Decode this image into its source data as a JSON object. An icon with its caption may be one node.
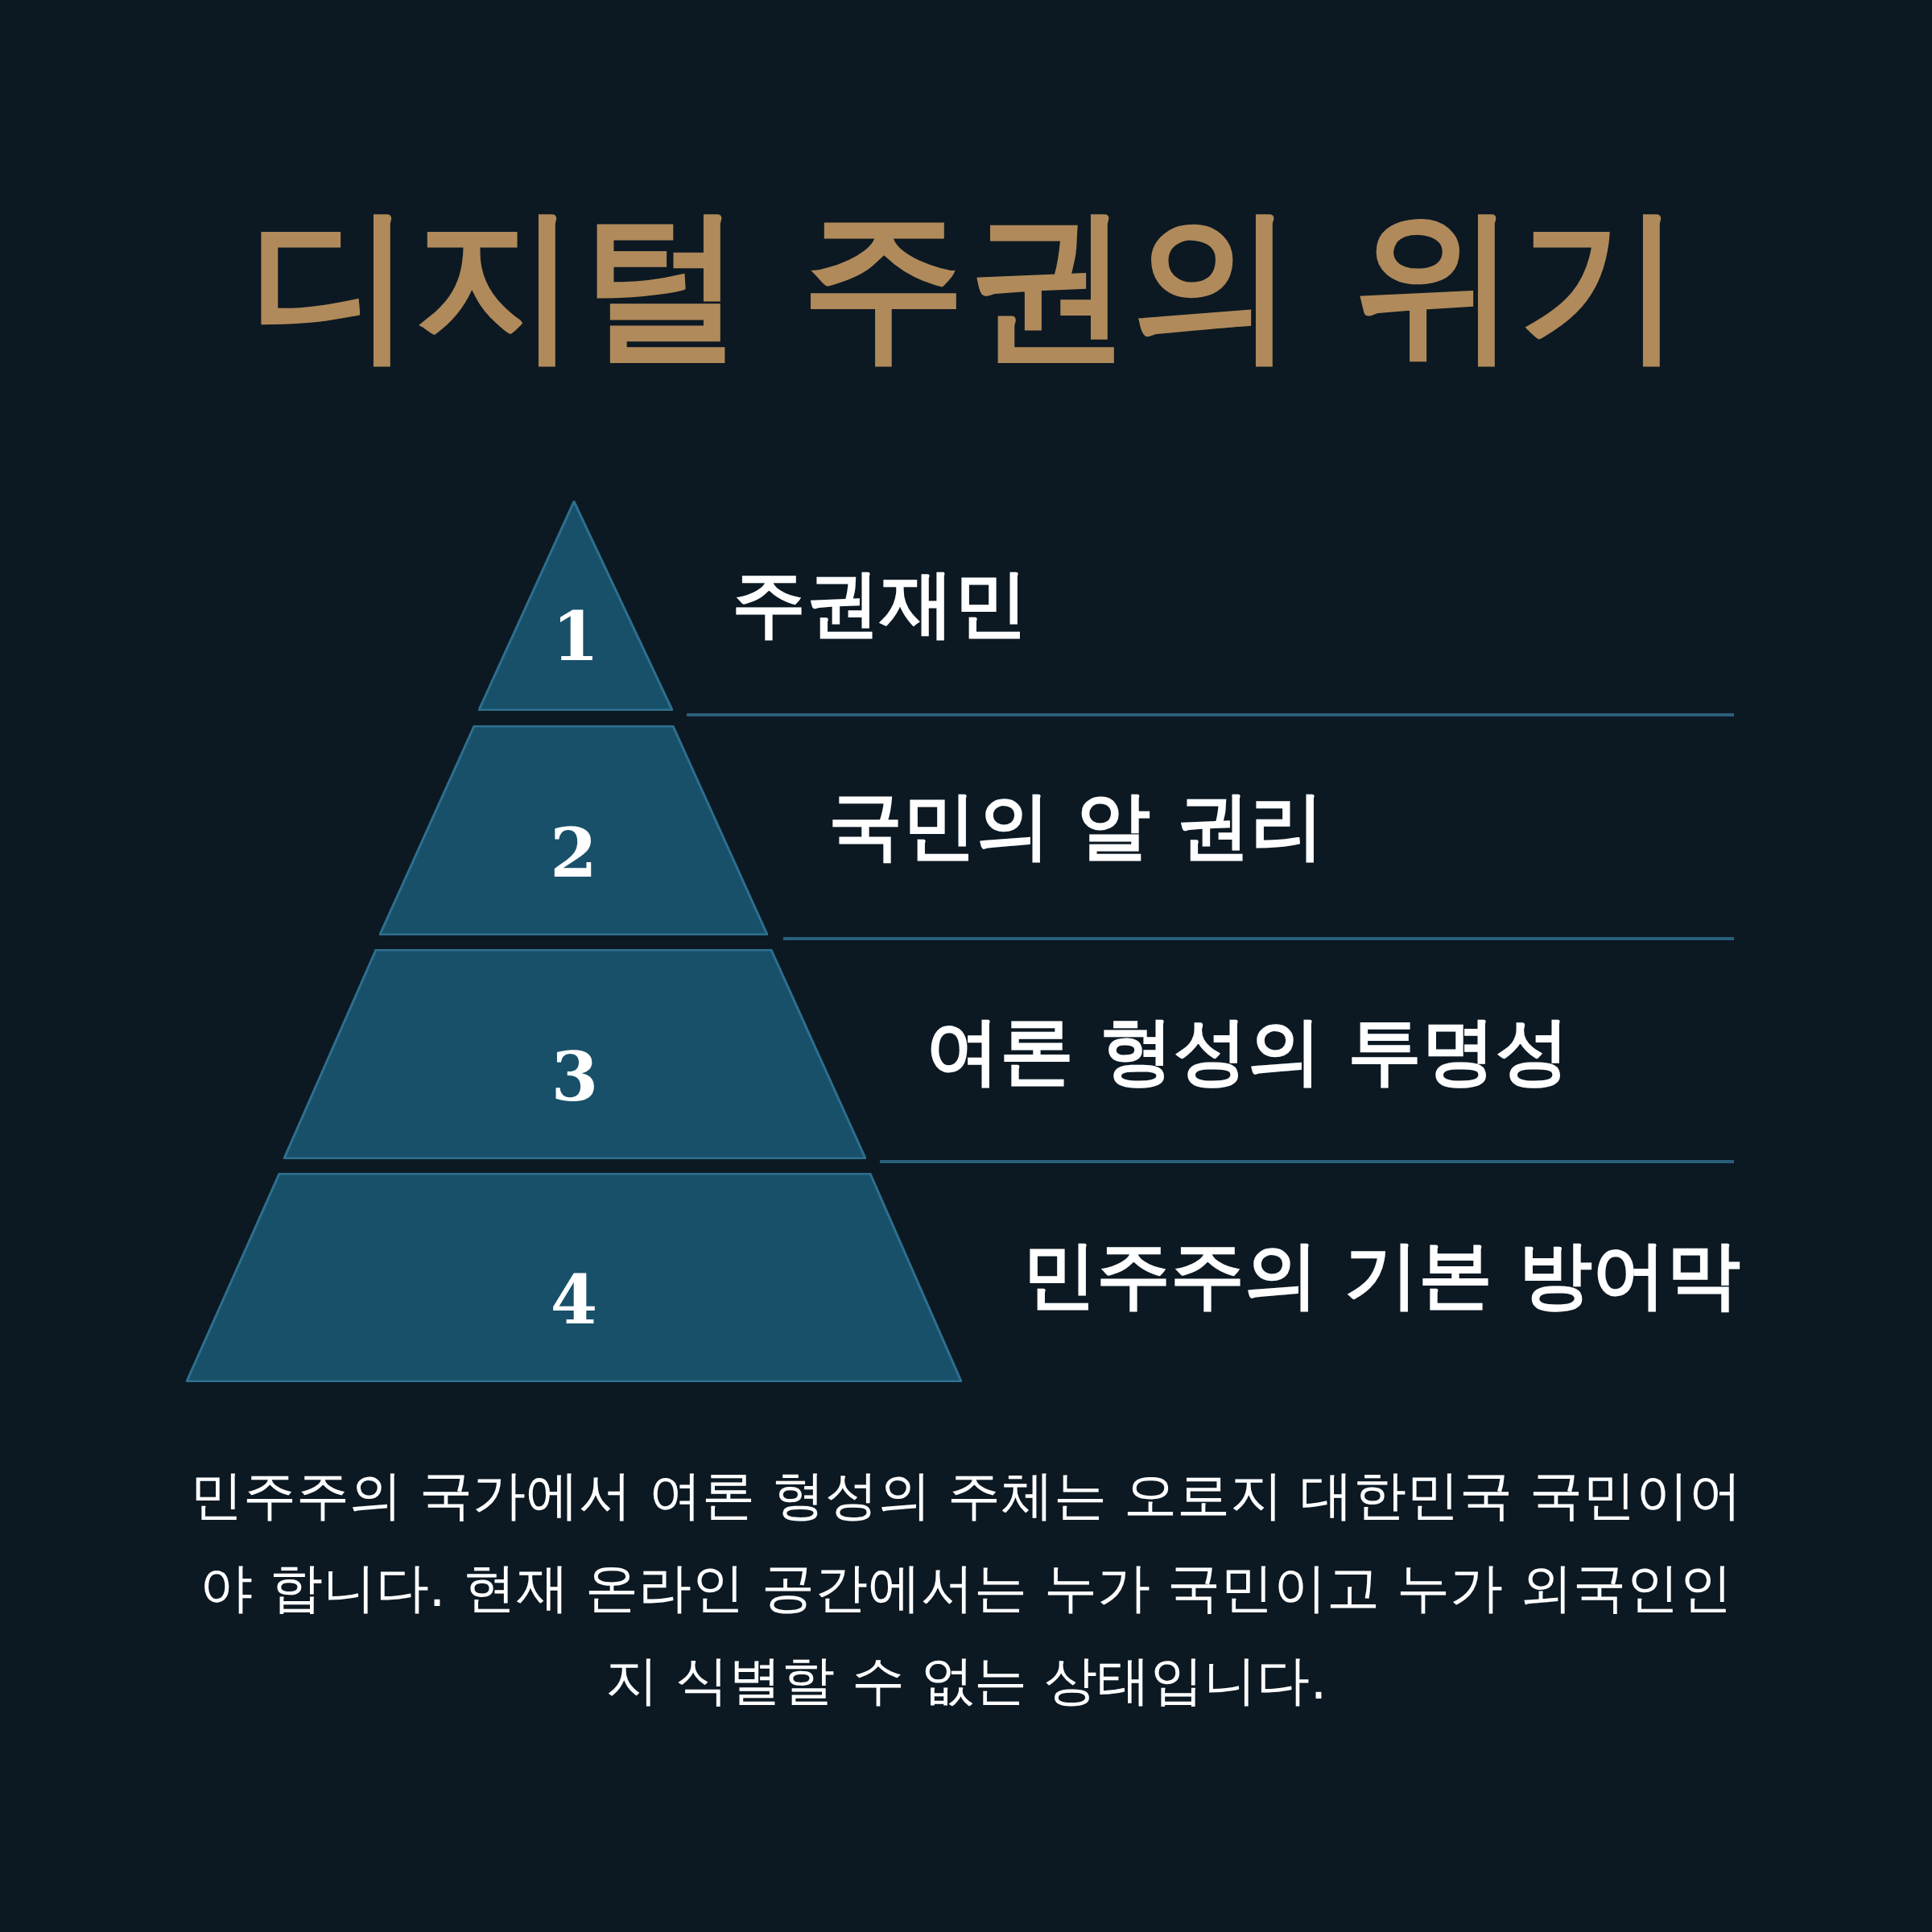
{
  "diagram": {
    "title": "디지털 주권의 위기",
    "nodes": [
      {
        "text": [
          "1"
        ],
        "beside": [
          "주권재민"
        ]
      },
      {
        "text": [
          "2"
        ],
        "beside": [
          "국민의 알 권리"
        ]
      },
      {
        "text": [
          "3"
        ],
        "beside": [
          "여론 형성의 투명성"
        ]
      },
      {
        "text": [
          "4"
        ],
        "beside": [
          "민주주의 기본 방어막"
        ]
      }
    ],
    "caption": "민주주의 국가에서 여론 형성의 주체는 오로지 대한민국 국민이어야 합니다. 현재 온라인 공간에서는 누가 국민이고 누가 외국인인지 식별할 수 없는 상태입니다."
  }
}
